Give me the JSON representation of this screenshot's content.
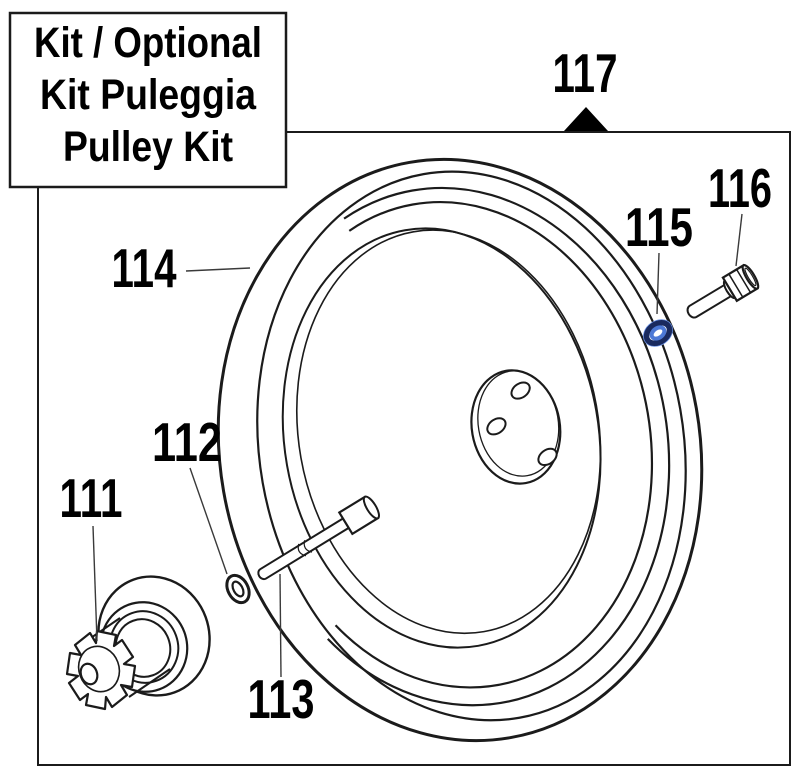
{
  "title_box": {
    "line1": "Kit / Optional",
    "line2": "Kit Puleggia",
    "line3": "Pulley Kit"
  },
  "labels": {
    "l111": "111",
    "l112": "112",
    "l113": "113",
    "l114": "114",
    "l115": "115",
    "l116": "116",
    "l117": "117"
  },
  "colors": {
    "line": "#1b1b1b",
    "washer_blue_bright": "#4d79d6",
    "washer_blue_light": "#6b93e8",
    "washer_navy": "#1a2a5e"
  }
}
